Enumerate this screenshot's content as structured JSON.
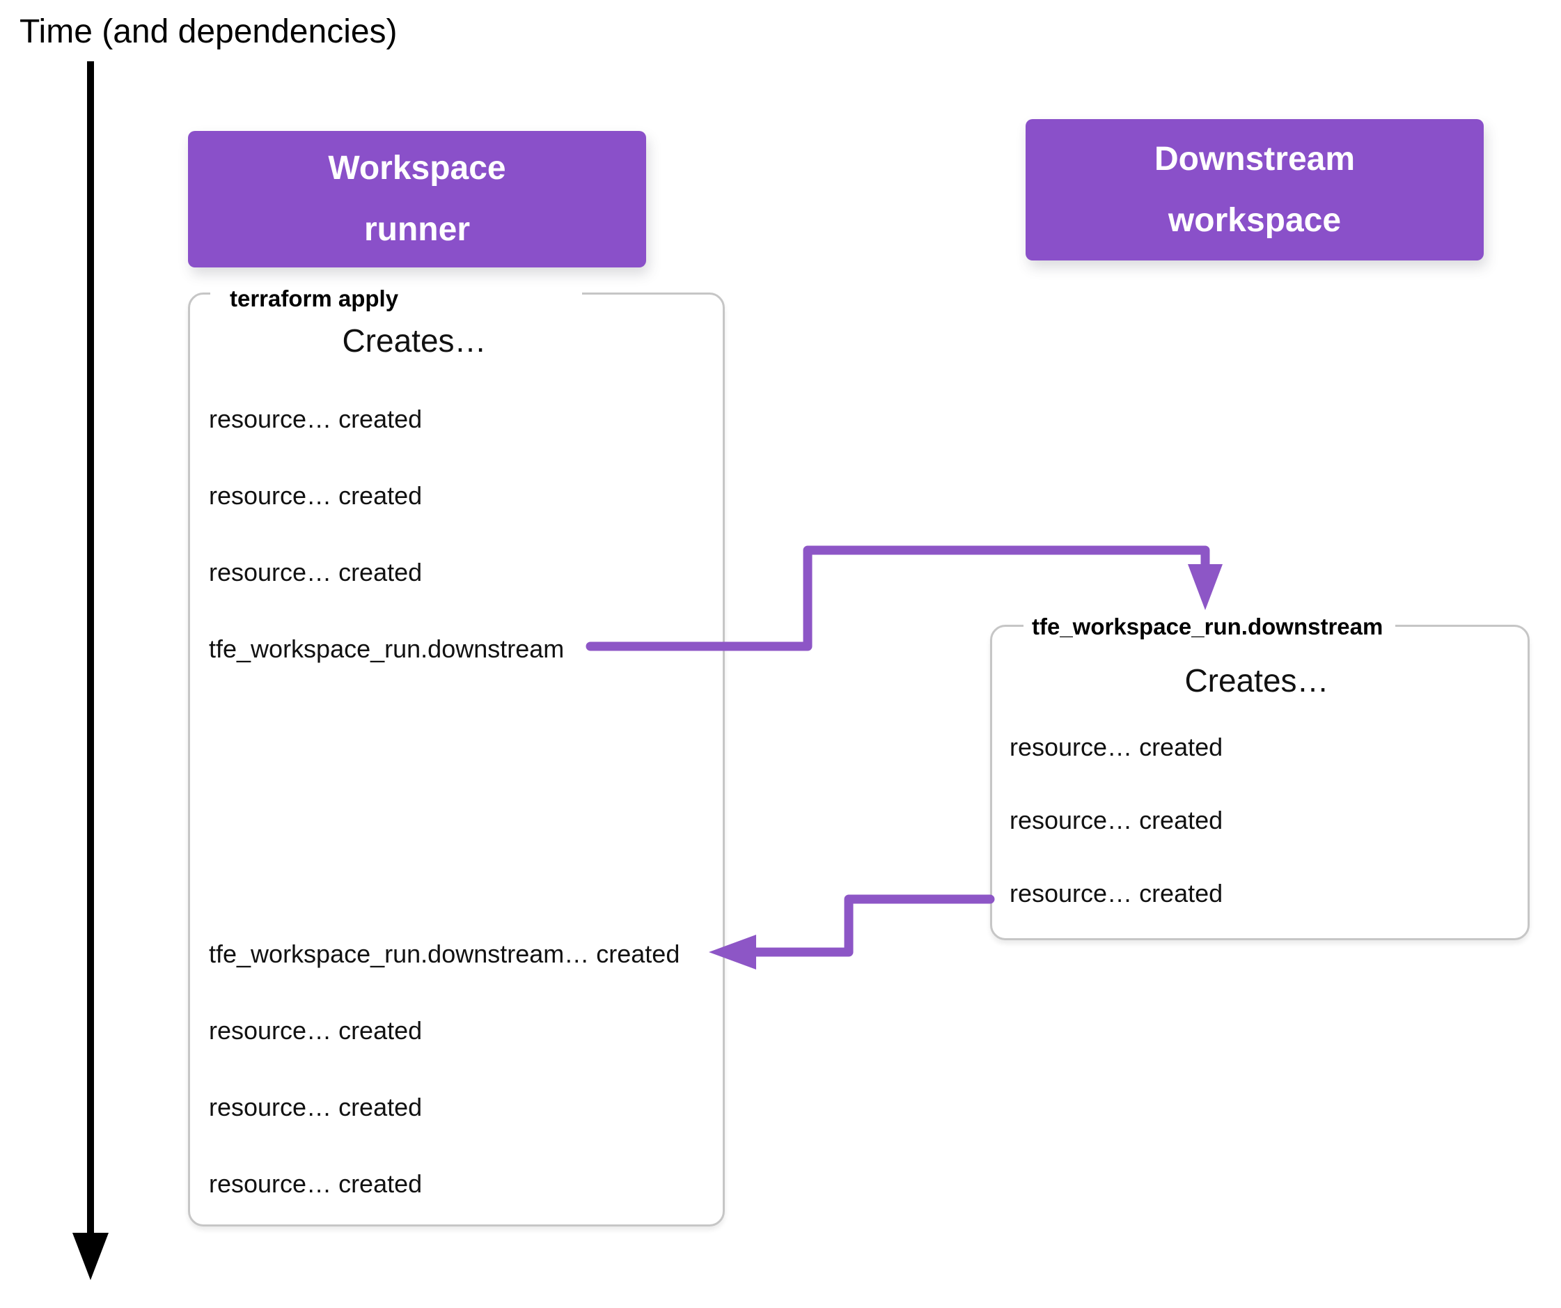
{
  "timeline": {
    "label": "Time (and dependencies)"
  },
  "header_boxes": {
    "runner": {
      "line1": "Workspace",
      "line2": "runner"
    },
    "downstream": {
      "line1": "Downstream",
      "line2": "workspace"
    }
  },
  "runner_panel": {
    "label": "terraform apply",
    "heading": "Creates…",
    "rows": [
      "resource… created",
      "resource… created",
      "resource… created",
      "tfe_workspace_run.downstream",
      "tfe_workspace_run.downstream… created",
      "resource… created",
      "resource… created",
      "resource… created"
    ]
  },
  "downstream_panel": {
    "label": "tfe_workspace_run.downstream",
    "heading": "Creates…",
    "rows": [
      "resource… created",
      "resource… created",
      "resource… created"
    ]
  },
  "icons": {
    "timeline_arrowhead": "down-arrowhead",
    "trigger_arrowhead": "down-arrowhead",
    "completion_arrowhead": "left-arrowhead"
  },
  "colors": {
    "purple_box": "#8a50c9",
    "arrow_purple": "#8d56c6",
    "timeline_black": "#000000",
    "panel_border": "#c6c6c6",
    "text_black": "#111111"
  }
}
